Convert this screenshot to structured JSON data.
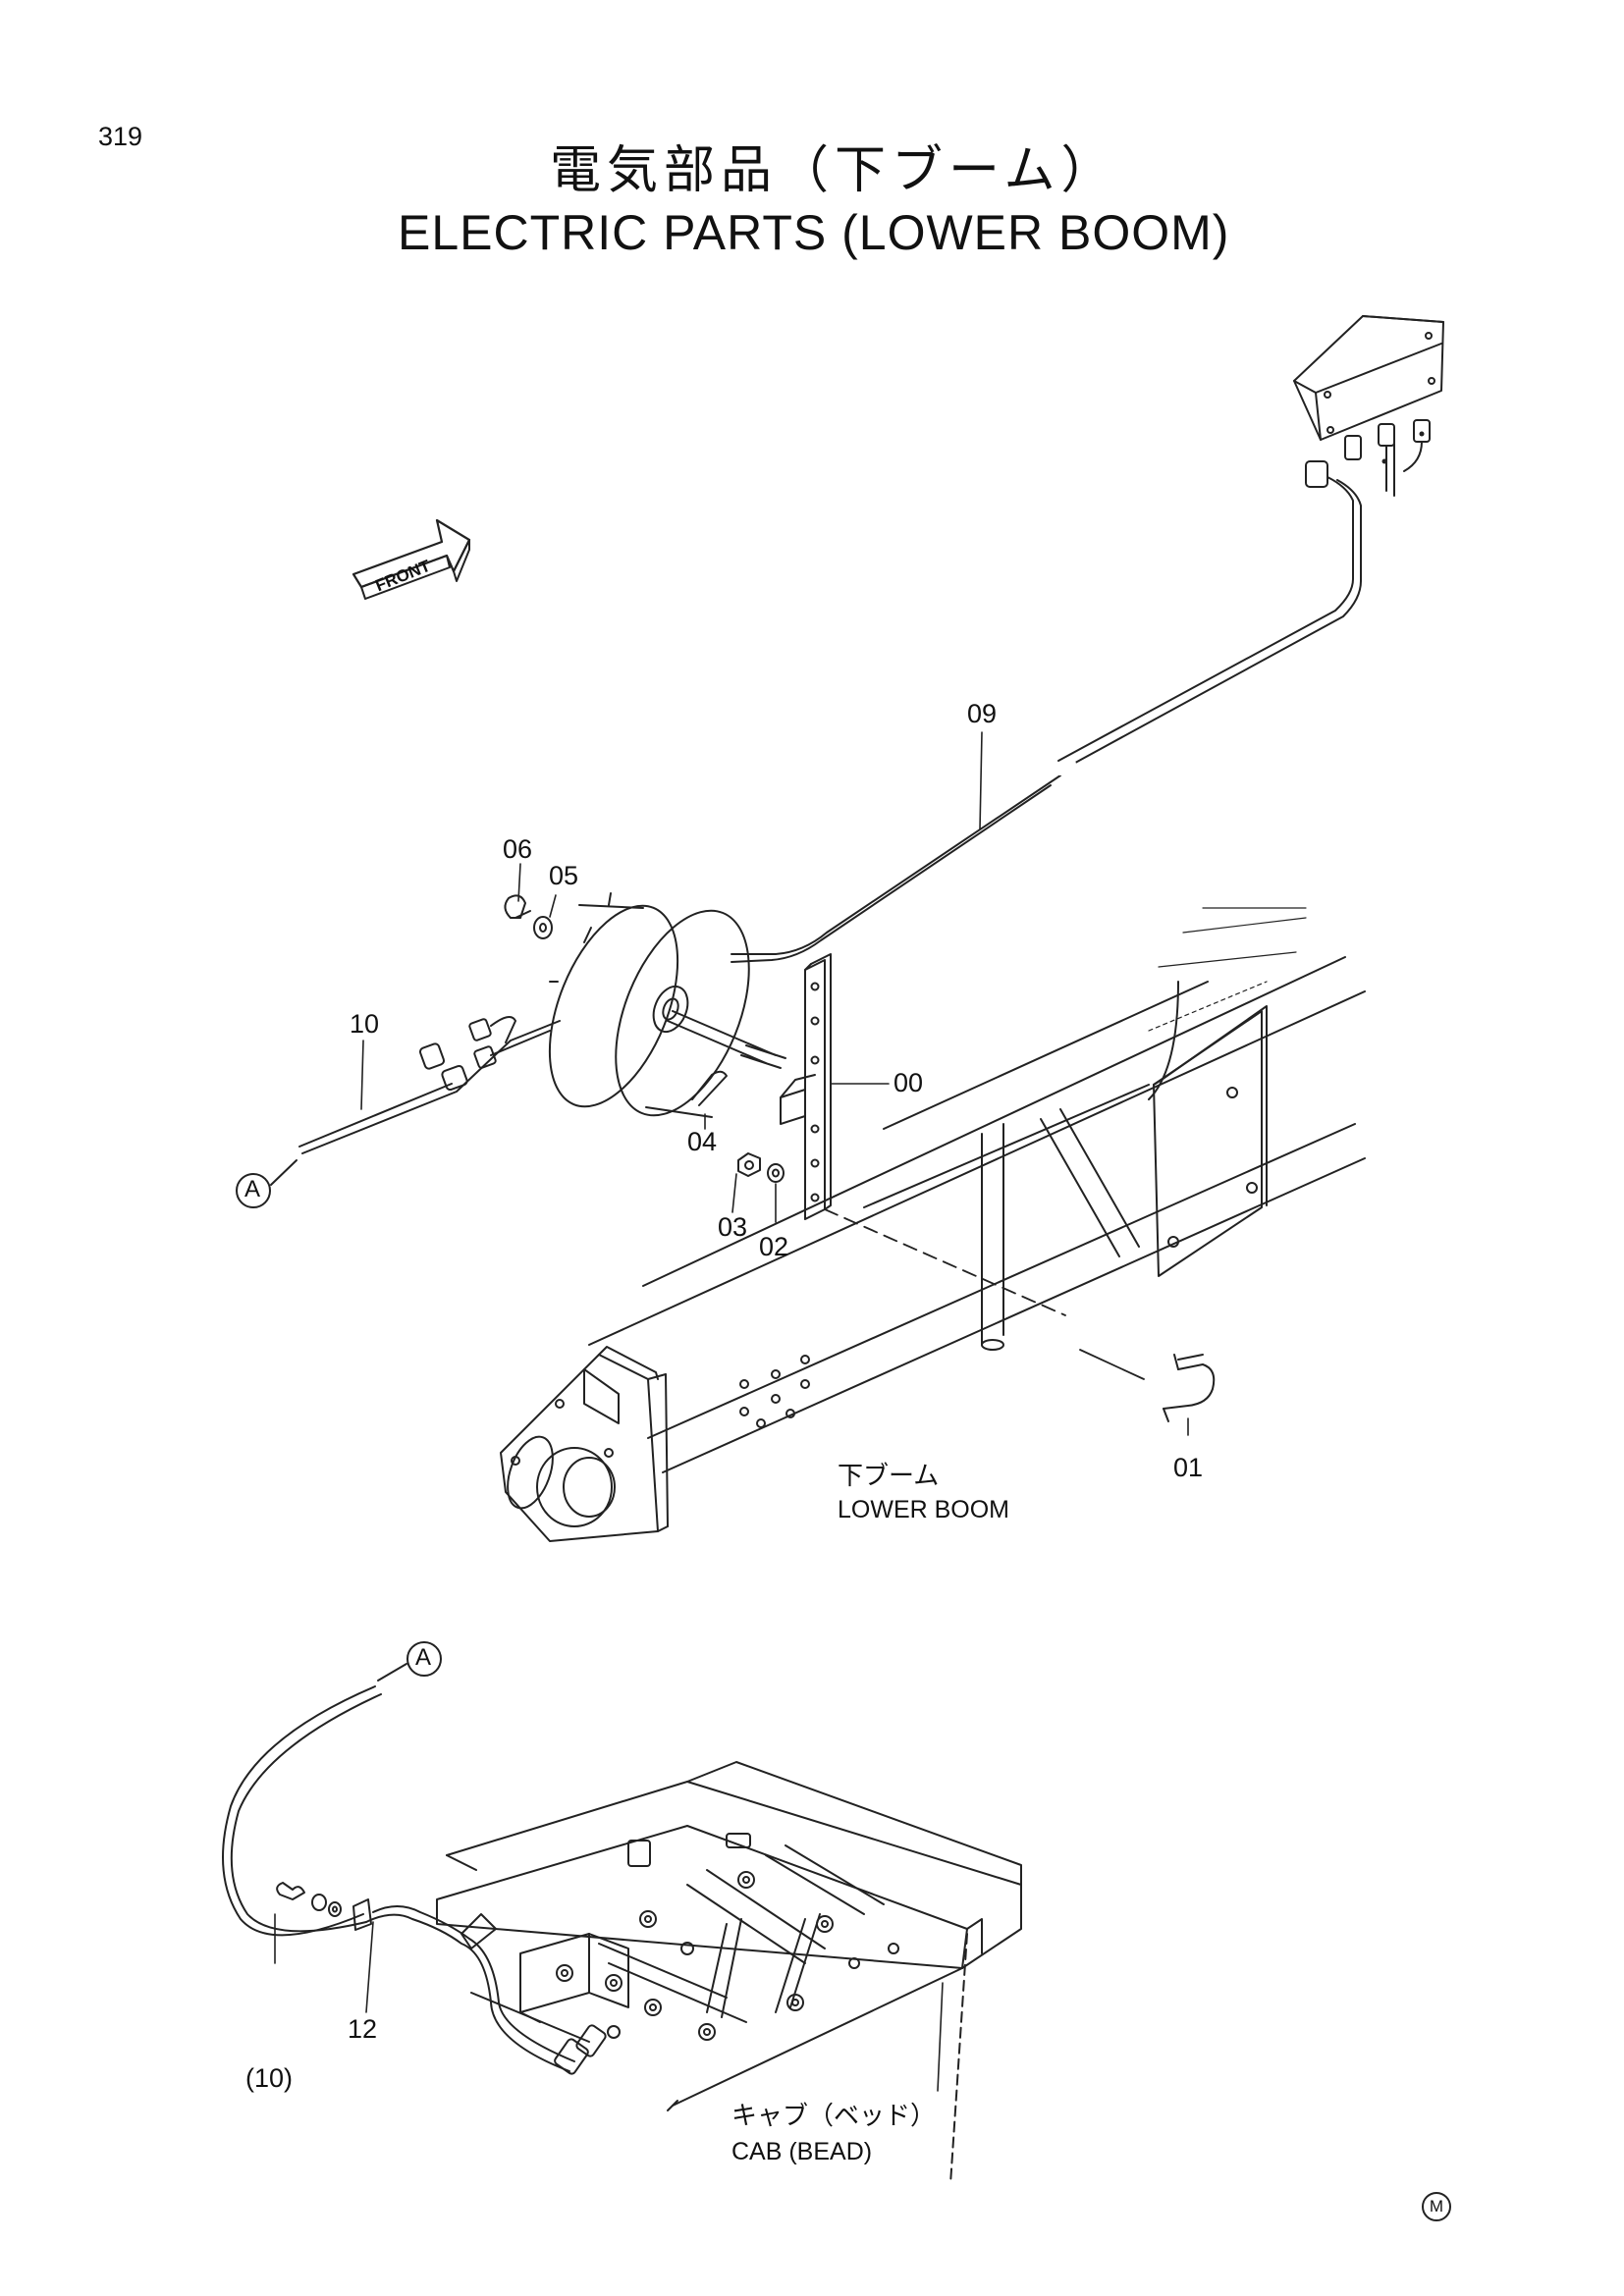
{
  "page": {
    "number": "319",
    "title_ja": "電気部品（下ブーム）",
    "title_en": "ELECTRIC PARTS (LOWER BOOM)"
  },
  "front_arrow": {
    "label": "FRONT"
  },
  "callouts": {
    "p00": "00",
    "p01": "01",
    "p02": "02",
    "p03": "03",
    "p04": "04",
    "p05": "05",
    "p06": "06",
    "p09": "09",
    "p10": "10",
    "p10_ref": "(10)",
    "p12": "12"
  },
  "connector_marks": {
    "top": "A",
    "bottom": "A"
  },
  "area_labels": {
    "lower_boom_ja": "下ブーム",
    "lower_boom_en": "LOWER BOOM",
    "cab_ja": "キャブ（ベッド）",
    "cab_en": "CAB (BEAD)"
  },
  "corner_mark": "M"
}
